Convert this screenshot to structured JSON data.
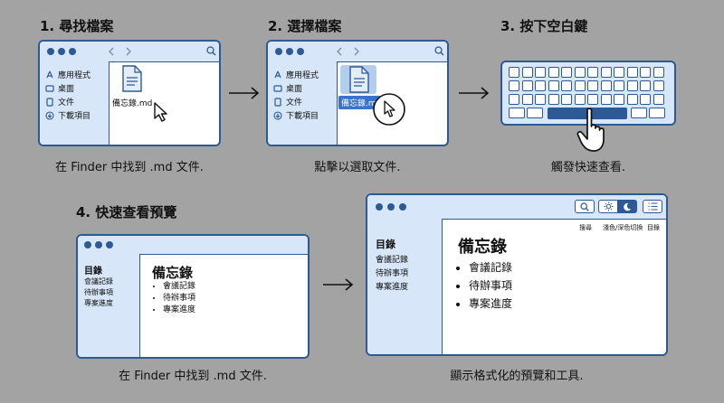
{
  "steps": [
    {
      "title": "1. 尋找檔案",
      "caption": "在 Finder 中找到 .md 文件."
    },
    {
      "title": "2. 選擇檔案",
      "caption": "點擊以選取文件."
    },
    {
      "title": "3. 按下空白鍵",
      "caption": "觸發快速查看."
    },
    {
      "title": "4. 快速查看預覽",
      "caption": "在 Finder 中找到 .md 文件."
    },
    {
      "caption": "顯示格式化的預覽和工具."
    }
  ],
  "finder": {
    "sidebar_items": [
      "應用程式",
      "桌面",
      "文件",
      "下載項目"
    ],
    "file_name": "備忘錄.md",
    "file_name_selected": "備忘錄.md"
  },
  "preview_small": {
    "toc_title": "目錄",
    "toc_items": [
      "會議記錄",
      "待辦事項",
      "專案進度"
    ],
    "heading": "備忘錄",
    "bullets": [
      "會議記錄",
      "待辦事項",
      "專案進度"
    ]
  },
  "preview_large": {
    "toolbar_labels": [
      "搜尋",
      "淺色/深色切換",
      "目錄"
    ],
    "toc_title": "目錄",
    "toc_items": [
      "會議記錄",
      "待辦事項",
      "專案進度"
    ],
    "heading": "備忘錄",
    "bullets": [
      "會議記錄",
      "待辦事項",
      "專案進度"
    ]
  },
  "icons": [
    "file-icon",
    "cursor-icon",
    "hand-pointer-icon",
    "search-icon",
    "sun-icon",
    "moon-icon",
    "list-icon",
    "app-icon",
    "desktop-icon",
    "document-icon",
    "download-icon"
  ],
  "colors": {
    "accent": "#2d5a94",
    "panel": "#d7e6f8",
    "background": "#a3a3a3",
    "selection": "#3a73c9"
  }
}
